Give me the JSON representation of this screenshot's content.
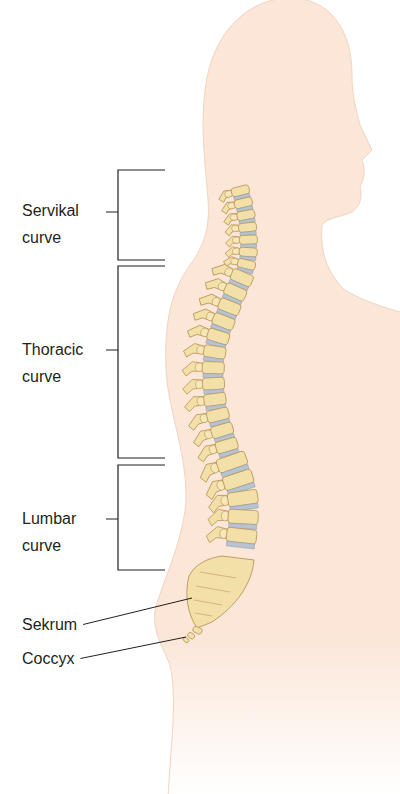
{
  "diagram": {
    "labels": [
      "Servikal curve",
      "Thoracic curve",
      "Lumbar curve",
      "Sekrum",
      "Coccyx"
    ]
  }
}
